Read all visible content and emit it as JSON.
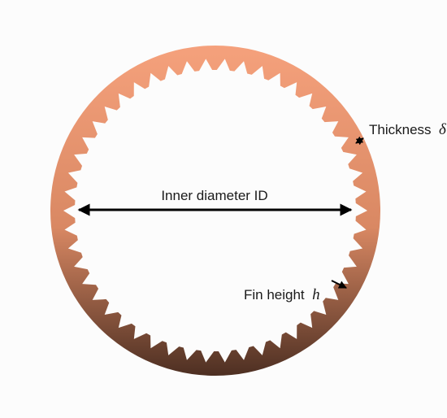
{
  "labels": {
    "thickness_text": "Thickness",
    "thickness_symbol": "δ",
    "inner_diameter": "Inner diameter ID",
    "fin_height_text": "Fin height",
    "fin_height_symbol": "h"
  },
  "ring": {
    "fin_count": 50,
    "color_top": "#f5a17c",
    "color_mid": "#d98863",
    "color_bottom": "#4d2f22"
  }
}
